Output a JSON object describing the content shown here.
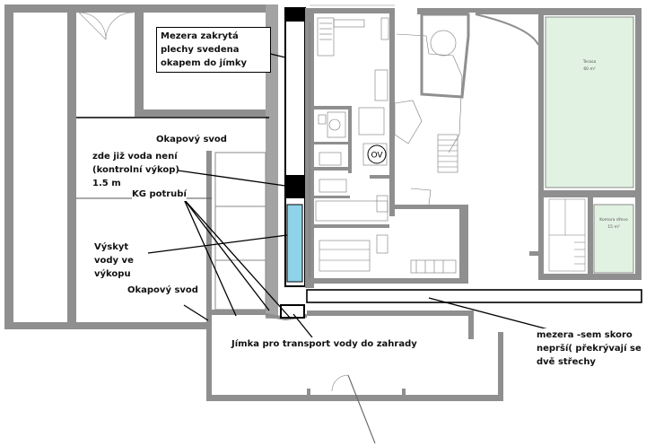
{
  "annotations": {
    "gap_covered": "Mezera zakrytá plechy svedena okapem do jímky",
    "downspout_upper": "Okapový svod",
    "no_water_here": "zde již voda není (kontrolní výkop) 1.5 m",
    "kg_pipe": "KG potrubí",
    "water_in_trench": "Výskyt vody ve výkopu",
    "downspout_lower": "Okapový svod",
    "sump_transport": "Jímka pro transport vody do zahrady",
    "gap_no_rain": "mezera -sem skoro neprší( překrývají se dvě střechy"
  },
  "room_labels": {
    "boiler": "OV",
    "terrace": "Terasa",
    "terrace_area": "60 m²",
    "cellar": "Komora dřevo",
    "cellar_area": "15 m²"
  },
  "colors": {
    "wall": "#8f8f8f",
    "outline": "#000000",
    "water": "#8fd3ea",
    "terrace": "#e2f2e2",
    "sump": "#000000"
  }
}
